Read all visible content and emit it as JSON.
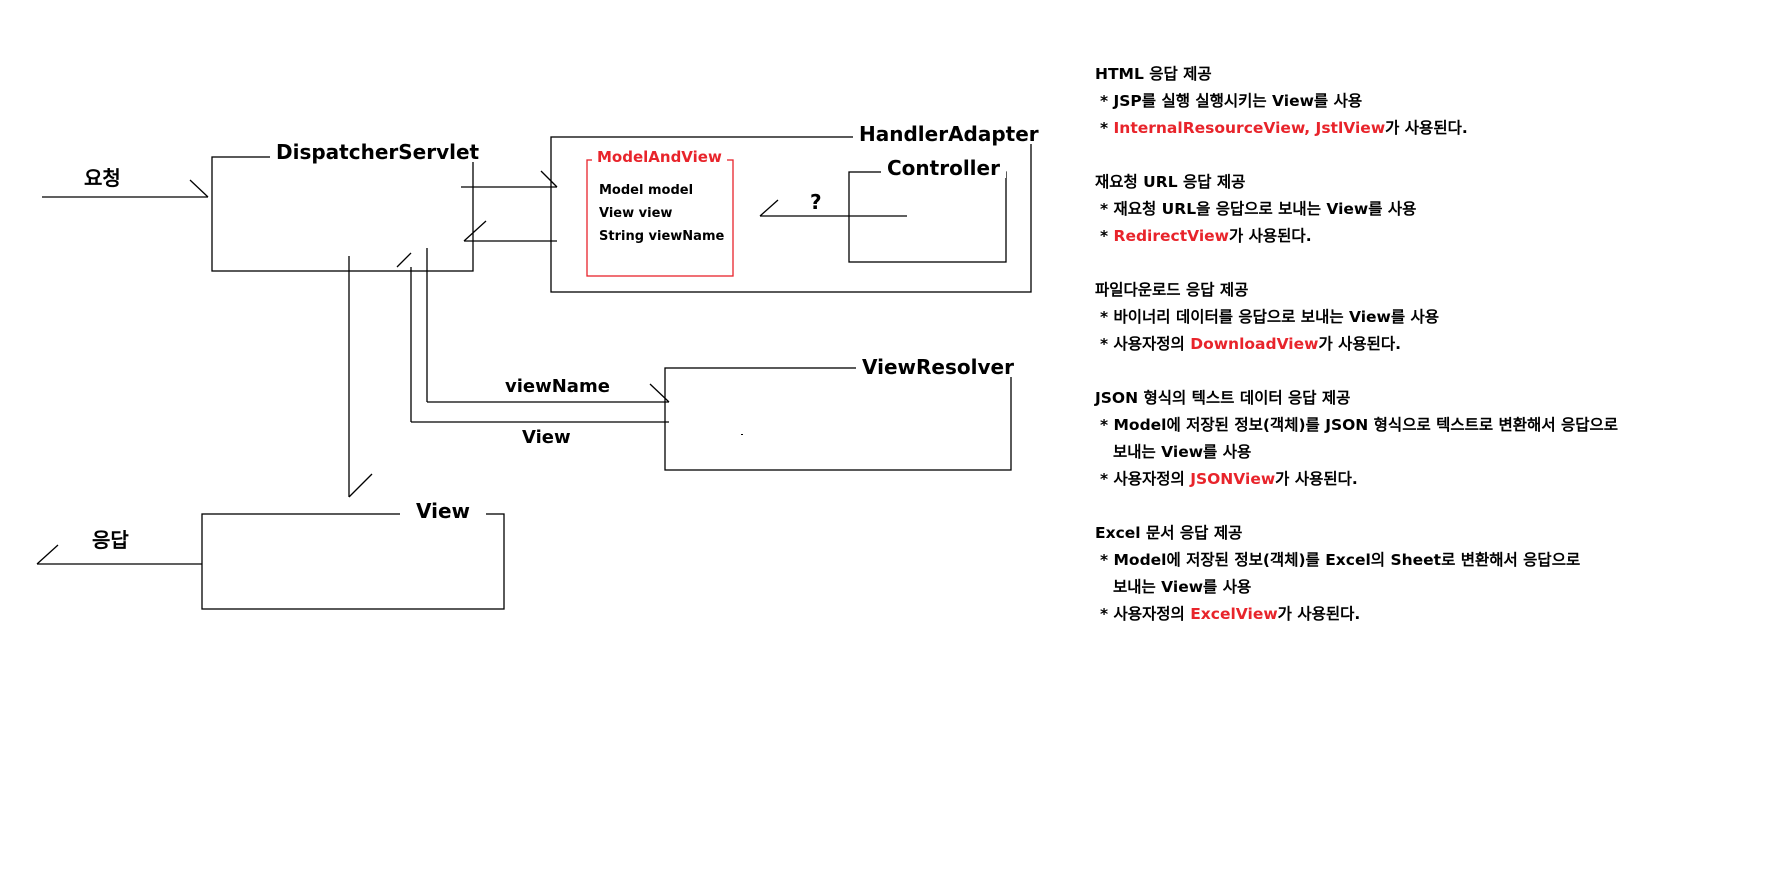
{
  "diagram": {
    "request_label": "요청",
    "response_label": "응답",
    "dispatcher_servlet": "DispatcherServlet",
    "handler_adapter": "HandlerAdapter",
    "model_and_view": {
      "title": "ModelAndView",
      "fields": [
        "Model model",
        "View view",
        "String viewName"
      ]
    },
    "controller": "Controller",
    "question_mark": "?",
    "view_resolver": "ViewResolver",
    "view_name_label": "viewName",
    "view_arrow_label": "View",
    "view_box": "View",
    "colors": {
      "line": "#000000",
      "highlight": "#e8242b"
    }
  },
  "notes": [
    {
      "title": "HTML 응답 제공",
      "lines": [
        {
          "indent": 1,
          "parts": [
            {
              "text": "* JSP를 실행 실행시키는 View를 사용",
              "red": false
            }
          ]
        },
        {
          "indent": 1,
          "parts": [
            {
              "text": "* ",
              "red": false
            },
            {
              "text": "InternalResourceView, JstlView",
              "red": true
            },
            {
              "text": "가 사용된다.",
              "red": false
            }
          ]
        }
      ]
    },
    {
      "title": "재요청 URL 응답 제공",
      "lines": [
        {
          "indent": 1,
          "parts": [
            {
              "text": "* 재요청 URL을 응답으로 보내는 View를 사용",
              "red": false
            }
          ]
        },
        {
          "indent": 1,
          "parts": [
            {
              "text": "* ",
              "red": false
            },
            {
              "text": "RedirectView",
              "red": true
            },
            {
              "text": "가 사용된다.",
              "red": false
            }
          ]
        }
      ]
    },
    {
      "title": "파일다운로드 응답 제공",
      "lines": [
        {
          "indent": 1,
          "parts": [
            {
              "text": "* 바이너리 데이터를 응답으로 보내는 View를 사용",
              "red": false
            }
          ]
        },
        {
          "indent": 1,
          "parts": [
            {
              "text": "* 사용자정의 ",
              "red": false
            },
            {
              "text": "DownloadView",
              "red": true
            },
            {
              "text": "가 사용된다.",
              "red": false
            }
          ]
        }
      ]
    },
    {
      "title": "JSON 형식의 텍스트 데이터 응답 제공",
      "lines": [
        {
          "indent": 1,
          "parts": [
            {
              "text": "* Model에 저장된 정보(객체)를 JSON 형식으로 텍스트로 변환해서 응답으로",
              "red": false
            }
          ]
        },
        {
          "indent": 2,
          "parts": [
            {
              "text": "보내는 View를 사용",
              "red": false
            }
          ]
        },
        {
          "indent": 1,
          "parts": [
            {
              "text": "* 사용자정의 ",
              "red": false
            },
            {
              "text": "JSONView",
              "red": true
            },
            {
              "text": "가 사용된다.",
              "red": false
            }
          ]
        }
      ]
    },
    {
      "title": "Excel 문서 응답 제공",
      "lines": [
        {
          "indent": 1,
          "parts": [
            {
              "text": "* Model에 저장된 정보(객체)를 Excel의 Sheet로 변환해서 응답으로",
              "red": false
            }
          ]
        },
        {
          "indent": 2,
          "parts": [
            {
              "text": "보내는 View를 사용",
              "red": false
            }
          ]
        },
        {
          "indent": 1,
          "parts": [
            {
              "text": "* 사용자정의 ",
              "red": false
            },
            {
              "text": "ExcelView",
              "red": true
            },
            {
              "text": "가 사용된다.",
              "red": false
            }
          ]
        }
      ]
    }
  ]
}
